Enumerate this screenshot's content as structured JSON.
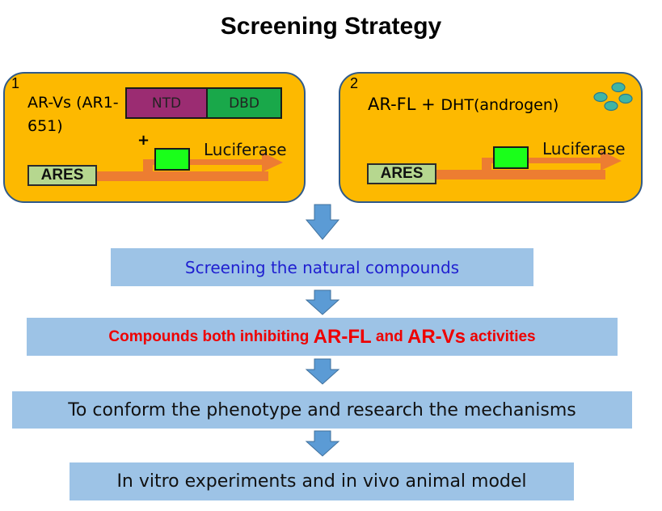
{
  "title": "Screening Strategy",
  "panel1": {
    "number": "1",
    "label_line1": "AR-Vs (AR1-",
    "label_line2": "651)",
    "domain_ntd": "NTD",
    "domain_dbd": "DBD",
    "plus": "+",
    "ares": "ARES",
    "luciferase": "Luciferase"
  },
  "panel2": {
    "number": "2",
    "label_prefix": "AR-FL + ",
    "label_suffix": "DHT(androgen)",
    "ares": "ARES",
    "luciferase": "Luciferase"
  },
  "steps": {
    "step1": "Screening the natural compounds",
    "step2_part1": "Compounds both inhibiting ",
    "step2_arfl": "AR-FL",
    "step2_part2": " and ",
    "step2_arvs": "AR-Vs",
    "step2_part3": " activities",
    "step3": "To conform the phenotype and research the mechanisms",
    "step4": "In vitro experiments and in vivo animal model"
  },
  "colors": {
    "panel_fill": "#fdb900",
    "panel_border": "#2f5a8a",
    "ntd": "#9b2c72",
    "dbd": "#19a84a",
    "ares": "#b6d78f",
    "gene_box": "#1aff1a",
    "arrow_orange": "#ed7d31",
    "step_fill": "#9dc3e6",
    "down_arrow": "#5b9bd5",
    "molecule": "#3fb5a5"
  }
}
